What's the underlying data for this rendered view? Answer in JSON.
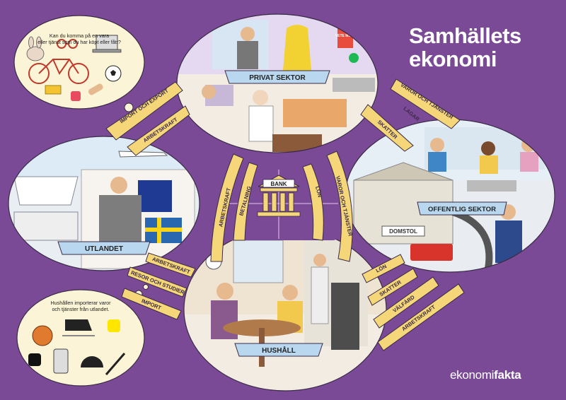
{
  "title_line1": "Samhällets",
  "title_line2": "ekonomi",
  "logo_light": "ekonomi",
  "logo_bold": "fakta",
  "bubble_top_text_line1": "Kan du komma på en vara",
  "bubble_top_text_line2": "eller tjänst som du har köpt eller fått?",
  "bubble_bottom_text_line1": "Hushållen importerar varor",
  "bubble_bottom_text_line2": "och tjänster från utlandet.",
  "sectors": {
    "private": "PRIVAT SEKTOR",
    "public": "OFFENTLIG SEKTOR",
    "foreign": "UTLANDET",
    "households": "HUSHÅLL",
    "bank": "BANK"
  },
  "scene_signs": {
    "flour": "VETE MJÖL",
    "court": "DOMSTOL"
  },
  "flows": {
    "import_export": "IMPORT OCH EXPORT",
    "labor_foreign_private": "ARBETSKRAFT",
    "goods_services_private_public": "VAROR OCH TJÄNSTER",
    "laws": "LAGAR",
    "taxes_private": "SKATTER",
    "labor_private_left": "ARBETSKRAFT",
    "payment": "BETALNING",
    "wage_private": "LÖN",
    "goods_services_private_households": "VAROR OCH TJÄNSTER",
    "labor_households_foreign": "ARBETSKRAFT",
    "travel_studies": "RESOR OCH STUDIER",
    "import": "IMPORT",
    "wage_public": "LÖN",
    "taxes_households": "SKATTER",
    "welfare": "VÄLFÄRD",
    "labor_households_public": "ARBETSKRAFT"
  },
  "colors": {
    "background": "#7a4a97",
    "arrow": "#f5d77a",
    "ribbon": "#b9d8ef",
    "bubble": "#fbf4d6",
    "scene": "#e8ddd0"
  }
}
